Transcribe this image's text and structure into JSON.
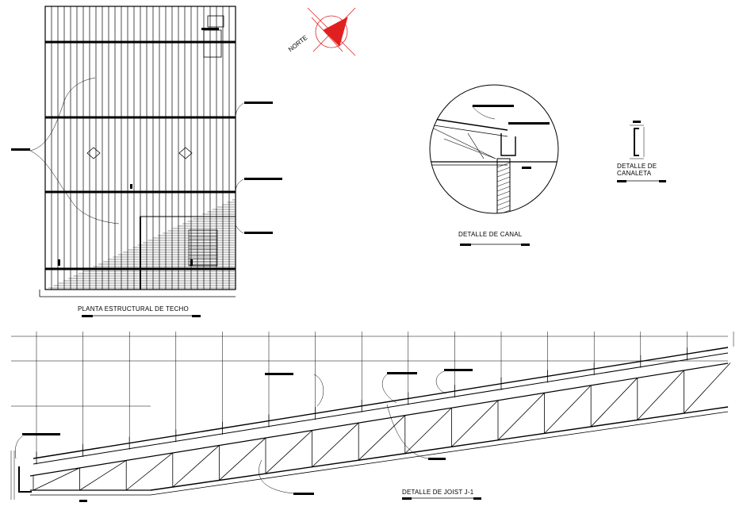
{
  "titles": {
    "roof_plan": "PLANTA ESTRUCTURAL DE TECHO",
    "canal_detail": "DETALLE DE CANAL",
    "canaleta_line1": "DETALLE DE",
    "canaleta_line2": "CANALETA",
    "joist_detail": "DETALLE DE JOIST J-1"
  },
  "north_label": "NORTE",
  "colors": {
    "line": "#000000",
    "north_symbol": "#e02020"
  }
}
